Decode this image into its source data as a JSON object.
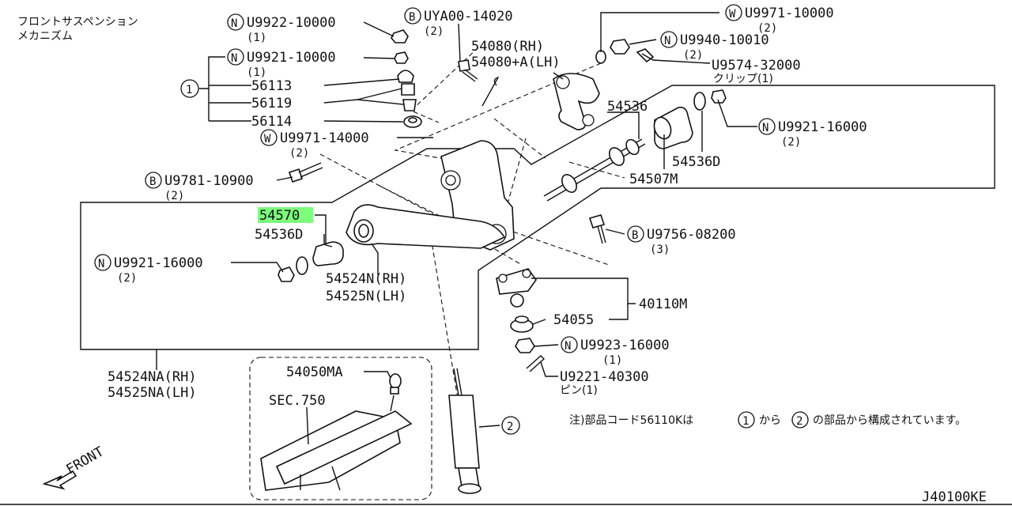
{
  "title_line1": "フロントサスペンション",
  "title_line2": "メカニズム",
  "diagram_code": "J40100KE",
  "front_label": "FRONT",
  "sec_label": "SEC.750",
  "note": {
    "prefix": "注)部品コード56110Kは",
    "ref_a": "1",
    "middle": "から",
    "ref_b": "2",
    "suffix": "の部品から構成されています。"
  },
  "highlight_color": "#7dfc7d",
  "callouts": {
    "n_9922": "U9922-10000",
    "n_9922_q": "(1)",
    "b_uya": "UYA00-14020",
    "b_uya_q": "(2)",
    "w_9971a": "U9971-10000",
    "w_9971a_q": "(2)",
    "n_9940": "U9940-10010",
    "n_9940_q": "(2)",
    "c_9574": "U9574-32000",
    "c_9574_q": "クリップ(1)",
    "ref1": "1",
    "n_9921a": "U9921-10000",
    "n_9921a_q": "(1)",
    "p56113": "56113",
    "p56119": "56119",
    "p56114": "56114",
    "w_9971b": "U9971-14000",
    "w_9971b_q": "(2)",
    "b_9781": "U9781-10900",
    "b_9781_q": "(2)",
    "p54080_rh": "54080(RH)",
    "p54080_lh": "54080+A(LH)",
    "p54536": "54536",
    "n_9921b": "U9921-16000",
    "n_9921b_q": "(2)",
    "p54536d_r": "54536D",
    "p54507m": "54507M",
    "p54570": "54570",
    "p54536d_l": "54536D",
    "n_9921c": "U9921-16000",
    "n_9921c_q": "(2)",
    "p54524n": "54524N(RH)",
    "p54525n": "54525N(LH)",
    "b_9756": "U9756-08200",
    "b_9756_q": "(3)",
    "p40110m": "40110M",
    "p54055": "54055",
    "n_9923": "U9923-16000",
    "n_9923_q": "(1)",
    "p_9221": "U9221-40300",
    "p_9221_q": "ピン(1)",
    "p54524na": "54524NA(RH)",
    "p54525na": "54525NA(LH)",
    "p54050ma": "54050MA",
    "ref2": "2"
  },
  "prefix_letters": {
    "n": "N",
    "b": "B",
    "w": "W"
  }
}
